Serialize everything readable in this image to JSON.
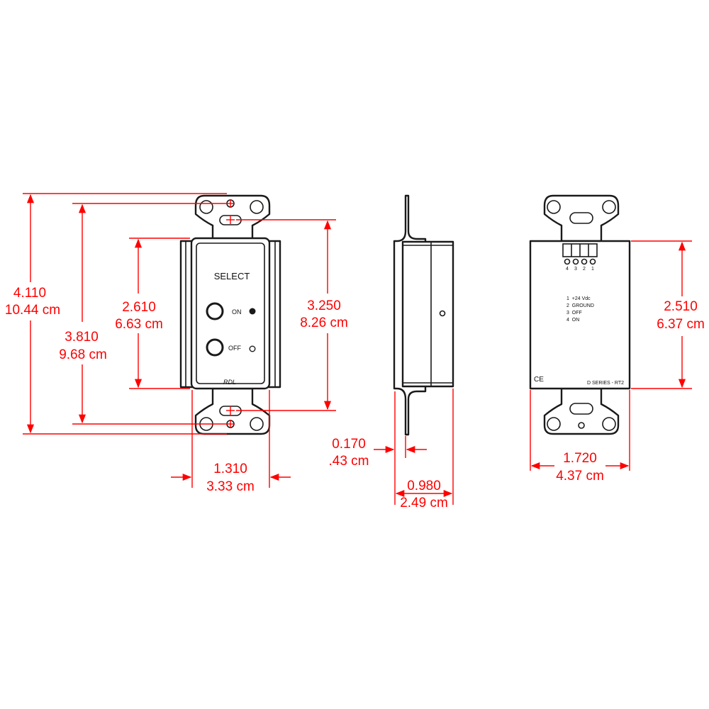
{
  "colors": {
    "dimension": "#ff0000",
    "outline": "#1a1a1a"
  },
  "front_view": {
    "select_label": "SELECT",
    "on_label": "ON",
    "off_label": "OFF",
    "brand": "RDL",
    "dim_height_total": {
      "inch": "4.110",
      "cm": "10.44 cm"
    },
    "dim_height_holes": {
      "inch": "3.810",
      "cm": "9.68 cm"
    },
    "dim_height_plate": {
      "inch": "2.610",
      "cm": "6.63 cm"
    },
    "dim_height_box": {
      "inch": "3.250",
      "cm": "8.26 cm"
    },
    "dim_width": {
      "inch": "1.310",
      "cm": "3.33 cm"
    }
  },
  "side_view": {
    "dim_plate_thickness": {
      "inch": "0.170",
      "cm": ".43 cm"
    },
    "dim_depth": {
      "inch": "0.980",
      "cm": "2.49 cm"
    }
  },
  "back_view": {
    "terminal_numbers": [
      "4",
      "3",
      "2",
      "1"
    ],
    "pinout": [
      "1  +24 Vdc",
      "2  GROUND",
      "3  OFF",
      "4  ON"
    ],
    "ce_mark": "CE",
    "model": "D SERIES - RT2",
    "dim_height": {
      "inch": "2.510",
      "cm": "6.37 cm"
    },
    "dim_width": {
      "inch": "1.720",
      "cm": "4.37 cm"
    }
  }
}
